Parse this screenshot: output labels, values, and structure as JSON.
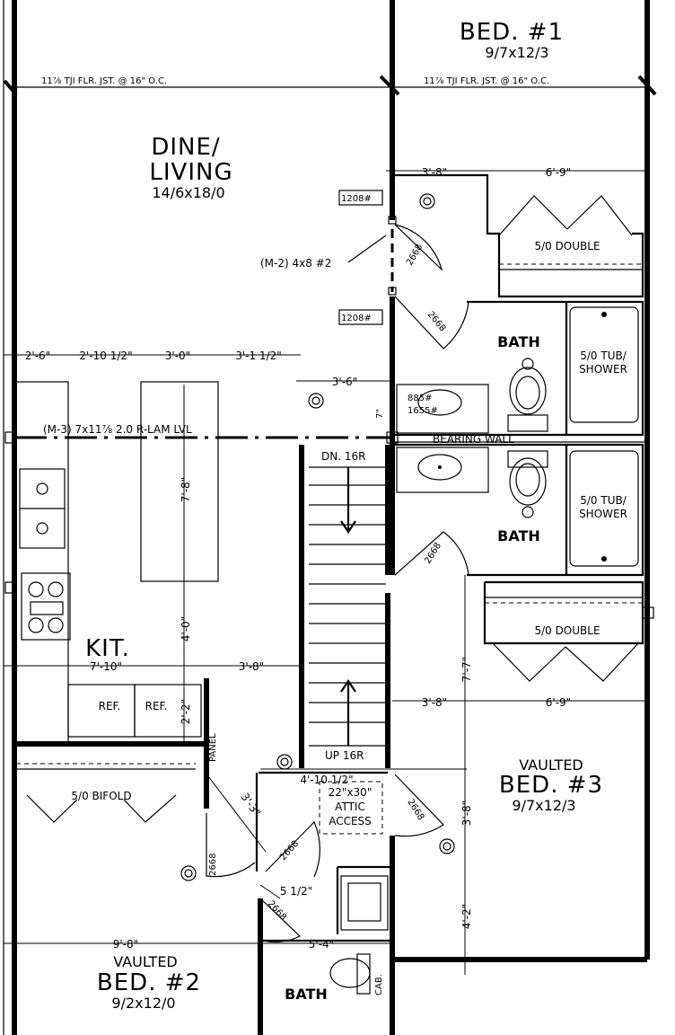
{
  "rooms": {
    "bed1": {
      "name": "BED. #1",
      "size": "9/7x12/3"
    },
    "dine": {
      "name_line1": "DINE/",
      "name_line2": "LIVING",
      "size": "14/6x18/0"
    },
    "kit": {
      "name": "KIT."
    },
    "bed2": {
      "prefix": "VAULTED",
      "name": "BED. #2",
      "size": "9/2x12/0"
    },
    "bed3": {
      "prefix": "VAULTED",
      "name": "BED. #3",
      "size": "9/7x12/3"
    },
    "bath_upper": "BATH",
    "bath_middle": "BATH",
    "bath_lower": "BATH"
  },
  "notes": {
    "joist_left": "11⅞ TJI FLR. JST. @ 16\" O.C.",
    "joist_right": "11⅞ TJI FLR. JST. @ 16\" O.C.",
    "beam_m2": "(M-2) 4x8 #2",
    "beam_m3": "(M-3) 7x11⅞ 2.0 R-LAM LVL",
    "bearing_wall": "BEARING WALL",
    "stair_dn": "DN. 16R",
    "stair_up": "UP 16R",
    "attic_size": "22\"x30\"",
    "attic_l1": "ATTIC",
    "attic_l2": "ACCESS",
    "panel": "PANEL",
    "cab": "CAB.",
    "tag_1208a": "1208#",
    "tag_1208b": "1208#",
    "tag_885": "885#",
    "tag_1655": "1655#"
  },
  "fixtures": {
    "closet_upper": "5/0 DOUBLE",
    "closet_lower": "5/0 DOUBLE",
    "tub1_l1": "5/0 TUB/",
    "tub1_l2": "SHOWER",
    "tub2_l1": "5/0 TUB/",
    "tub2_l2": "SHOWER",
    "ref1": "REF.",
    "ref2": "REF.",
    "bifold": "5/0 BIFOLD"
  },
  "doors": {
    "d1": "2668",
    "d2": "2668",
    "d3": "2668",
    "d4": "2668",
    "d5": "2668",
    "d6": "2668",
    "d7": "2668"
  },
  "dimensions": {
    "top_a": "3'-8\"",
    "top_b": "6'-9\"",
    "row_a": "2'-6\"",
    "row_b": "2'-10 1/2\"",
    "row_c": "3'-0\"",
    "row_d": "3'-1 1/2\"",
    "stair_w": "3'-6\"",
    "seven": "7\"",
    "island_h": "7'-8\"",
    "island_gap": "4'-0\"",
    "kit_w": "7'-10\"",
    "kit_b": "3'-8\"",
    "ref_h": "2'-2\"",
    "bed3_v1": "7'-7\"",
    "mid_a": "3'-8\"",
    "mid_b": "6'-9\"",
    "hall_w": "4'-10 1/2\"",
    "diag": "3'-3\"",
    "bed3_v2": "3'-8\"",
    "half": "5 1/2\"",
    "bed3_v3": "4'-2\"",
    "bed2_w": "9'-8\"",
    "bath_w": "5'-4\""
  }
}
